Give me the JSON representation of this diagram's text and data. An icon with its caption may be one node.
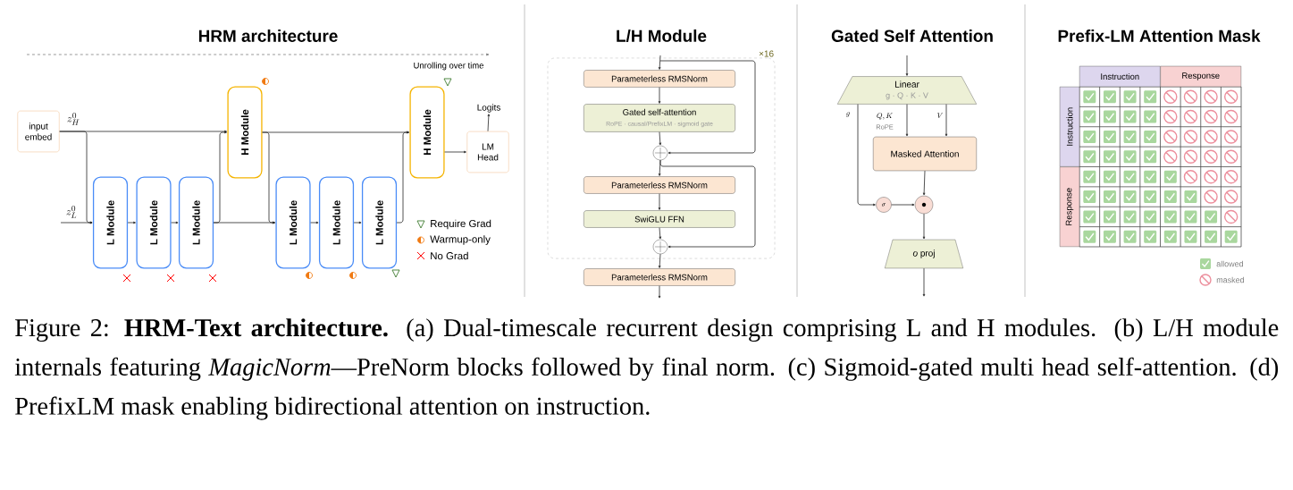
{
  "diagram": {
    "caption": "Figure 2: **HRM-Text architecture.** (a) Dual-timescale recurrent design comprising L and H modules. (b) L/H module internals featuring *MagicNorm*—PreNorm blocks followed by final norm. (c) Sigmoid-gated multi head self-attention. (d) PrefixLM mask enabling bidirectional attention on instruction.",
    "nodes": [
      {
        "text": [
          "input embed"
        ]
      },
      {
        "text": [
          "H Module"
        ]
      },
      {
        "text": [
          "H Module"
        ]
      },
      {
        "text": [
          "LM Head"
        ]
      },
      {
        "text": [
          "L Module"
        ]
      },
      {
        "text": [
          "L Module"
        ]
      },
      {
        "text": [
          "L Module"
        ]
      },
      {
        "text": [
          "L Module"
        ]
      },
      {
        "text": [
          "L Module"
        ]
      },
      {
        "text": [
          "L Module"
        ]
      },
      {
        "text": [
          "Logits"
        ]
      },
      {
        "text": [
          "×16"
        ]
      },
      {
        "text": [
          "Parameterless RMSNorm"
        ],
        "in": 11
      },
      {
        "text": [
          "Gated self-attention",
          "RoPE · causal/PrefixLM · sigmoid gate"
        ],
        "in": 11
      },
      {
        "text": [],
        "shape": "circle",
        "in": 11
      },
      {
        "text": [
          "Parameterless RMSNorm"
        ],
        "in": 11
      },
      {
        "text": [
          "SwiGLU FFN"
        ],
        "in": 11
      },
      {
        "text": [],
        "shape": "circle",
        "in": 11
      },
      {
        "text": [
          "Parameterless RMSNorm"
        ]
      },
      {
        "text": [
          "Linear",
          "g · Q · K · V"
        ]
      },
      {
        "text": [
          "Masked Attention"
        ]
      },
      {
        "text": [
          "\\sigma"
        ]
      },
      {
        "text": [],
        "shape": "circle"
      },
      {
        "text": [
          "*o* proj"
        ]
      }
    ],
    "edges": [
      {
        "from": 0,
        "to": 1,
        "arrow": "to",
        "label": "z_H^0"
      },
      {
        "from": 0,
        "to": 4,
        "arrow": "to"
      },
      {
        "from": null,
        "to": 4,
        "arrow": "to",
        "label": "z_L^0"
      },
      {
        "from": 4,
        "to": 5,
        "arrow": "to"
      },
      {
        "from": 5,
        "to": 6,
        "arrow": "to"
      },
      {
        "from": 6,
        "to": 1,
        "arrow": "to"
      },
      {
        "from": 6,
        "to": 7,
        "arrow": "to"
      },
      {
        "from": 1,
        "to": 2,
        "arrow": "to"
      },
      {
        "from": 1,
        "to": 7,
        "arrow": "to"
      },
      {
        "from": 7,
        "to": 8,
        "arrow": "to"
      },
      {
        "from": 8,
        "to": 9,
        "arrow": "to"
      },
      {
        "from": 9,
        "to": 2,
        "arrow": "to"
      },
      {
        "from": 2,
        "to": 3,
        "arrow": "to"
      },
      {
        "from": 3,
        "to": 10,
        "arrow": "to"
      },
      {
        "from": null,
        "to": 12,
        "arrow": "to"
      },
      {
        "from": null,
        "to": 14,
        "arrow": "to"
      },
      {
        "from": 12,
        "to": 13,
        "arrow": "to"
      },
      {
        "from": 13,
        "to": 14,
        "arrow": "to"
      },
      {
        "from": 14,
        "to": 15,
        "arrow": "to"
      },
      {
        "from": 14,
        "to": 17,
        "arrow": "to"
      },
      {
        "from": 15,
        "to": 16,
        "arrow": "to"
      },
      {
        "from": 16,
        "to": 17,
        "arrow": "to"
      },
      {
        "from": 17,
        "to": 18,
        "arrow": "to"
      },
      {
        "from": 18,
        "to": null,
        "arrow": "to"
      },
      {
        "from": null,
        "to": 19,
        "arrow": "to"
      },
      {
        "from": 19,
        "to": 20,
        "arrow": "to",
        "label": "Q, K"
      },
      {
        "from": 19,
        "to": 20,
        "arrow": "to",
        "label": "V"
      },
      {
        "from": 19,
        "to": 21,
        "arrow": "to",
        "label": "g"
      },
      {
        "from": 20,
        "to": 22,
        "arrow": "to"
      },
      {
        "from": 21,
        "to": 22,
        "arrow": "to"
      },
      {
        "from": 22,
        "to": 23,
        "arrow": "to"
      },
      {
        "from": 23,
        "to": null,
        "arrow": "to"
      }
    ],
    "labels": [
      "HRM architecture",
      "Unrolling over time",
      "L/H Module",
      "Gated Self Attention",
      "RoPE",
      "Prefix-LM Attention Mask",
      "Instruction",
      "Response",
      "Instruction",
      "Response"
    ],
    "legend": [
      {
        "text": "Require Grad"
      },
      {
        "text": "Warmup-only"
      },
      {
        "text": "No Grad"
      },
      {
        "text": "allowed"
      },
      {
        "text": "masked"
      }
    ]
  }
}
